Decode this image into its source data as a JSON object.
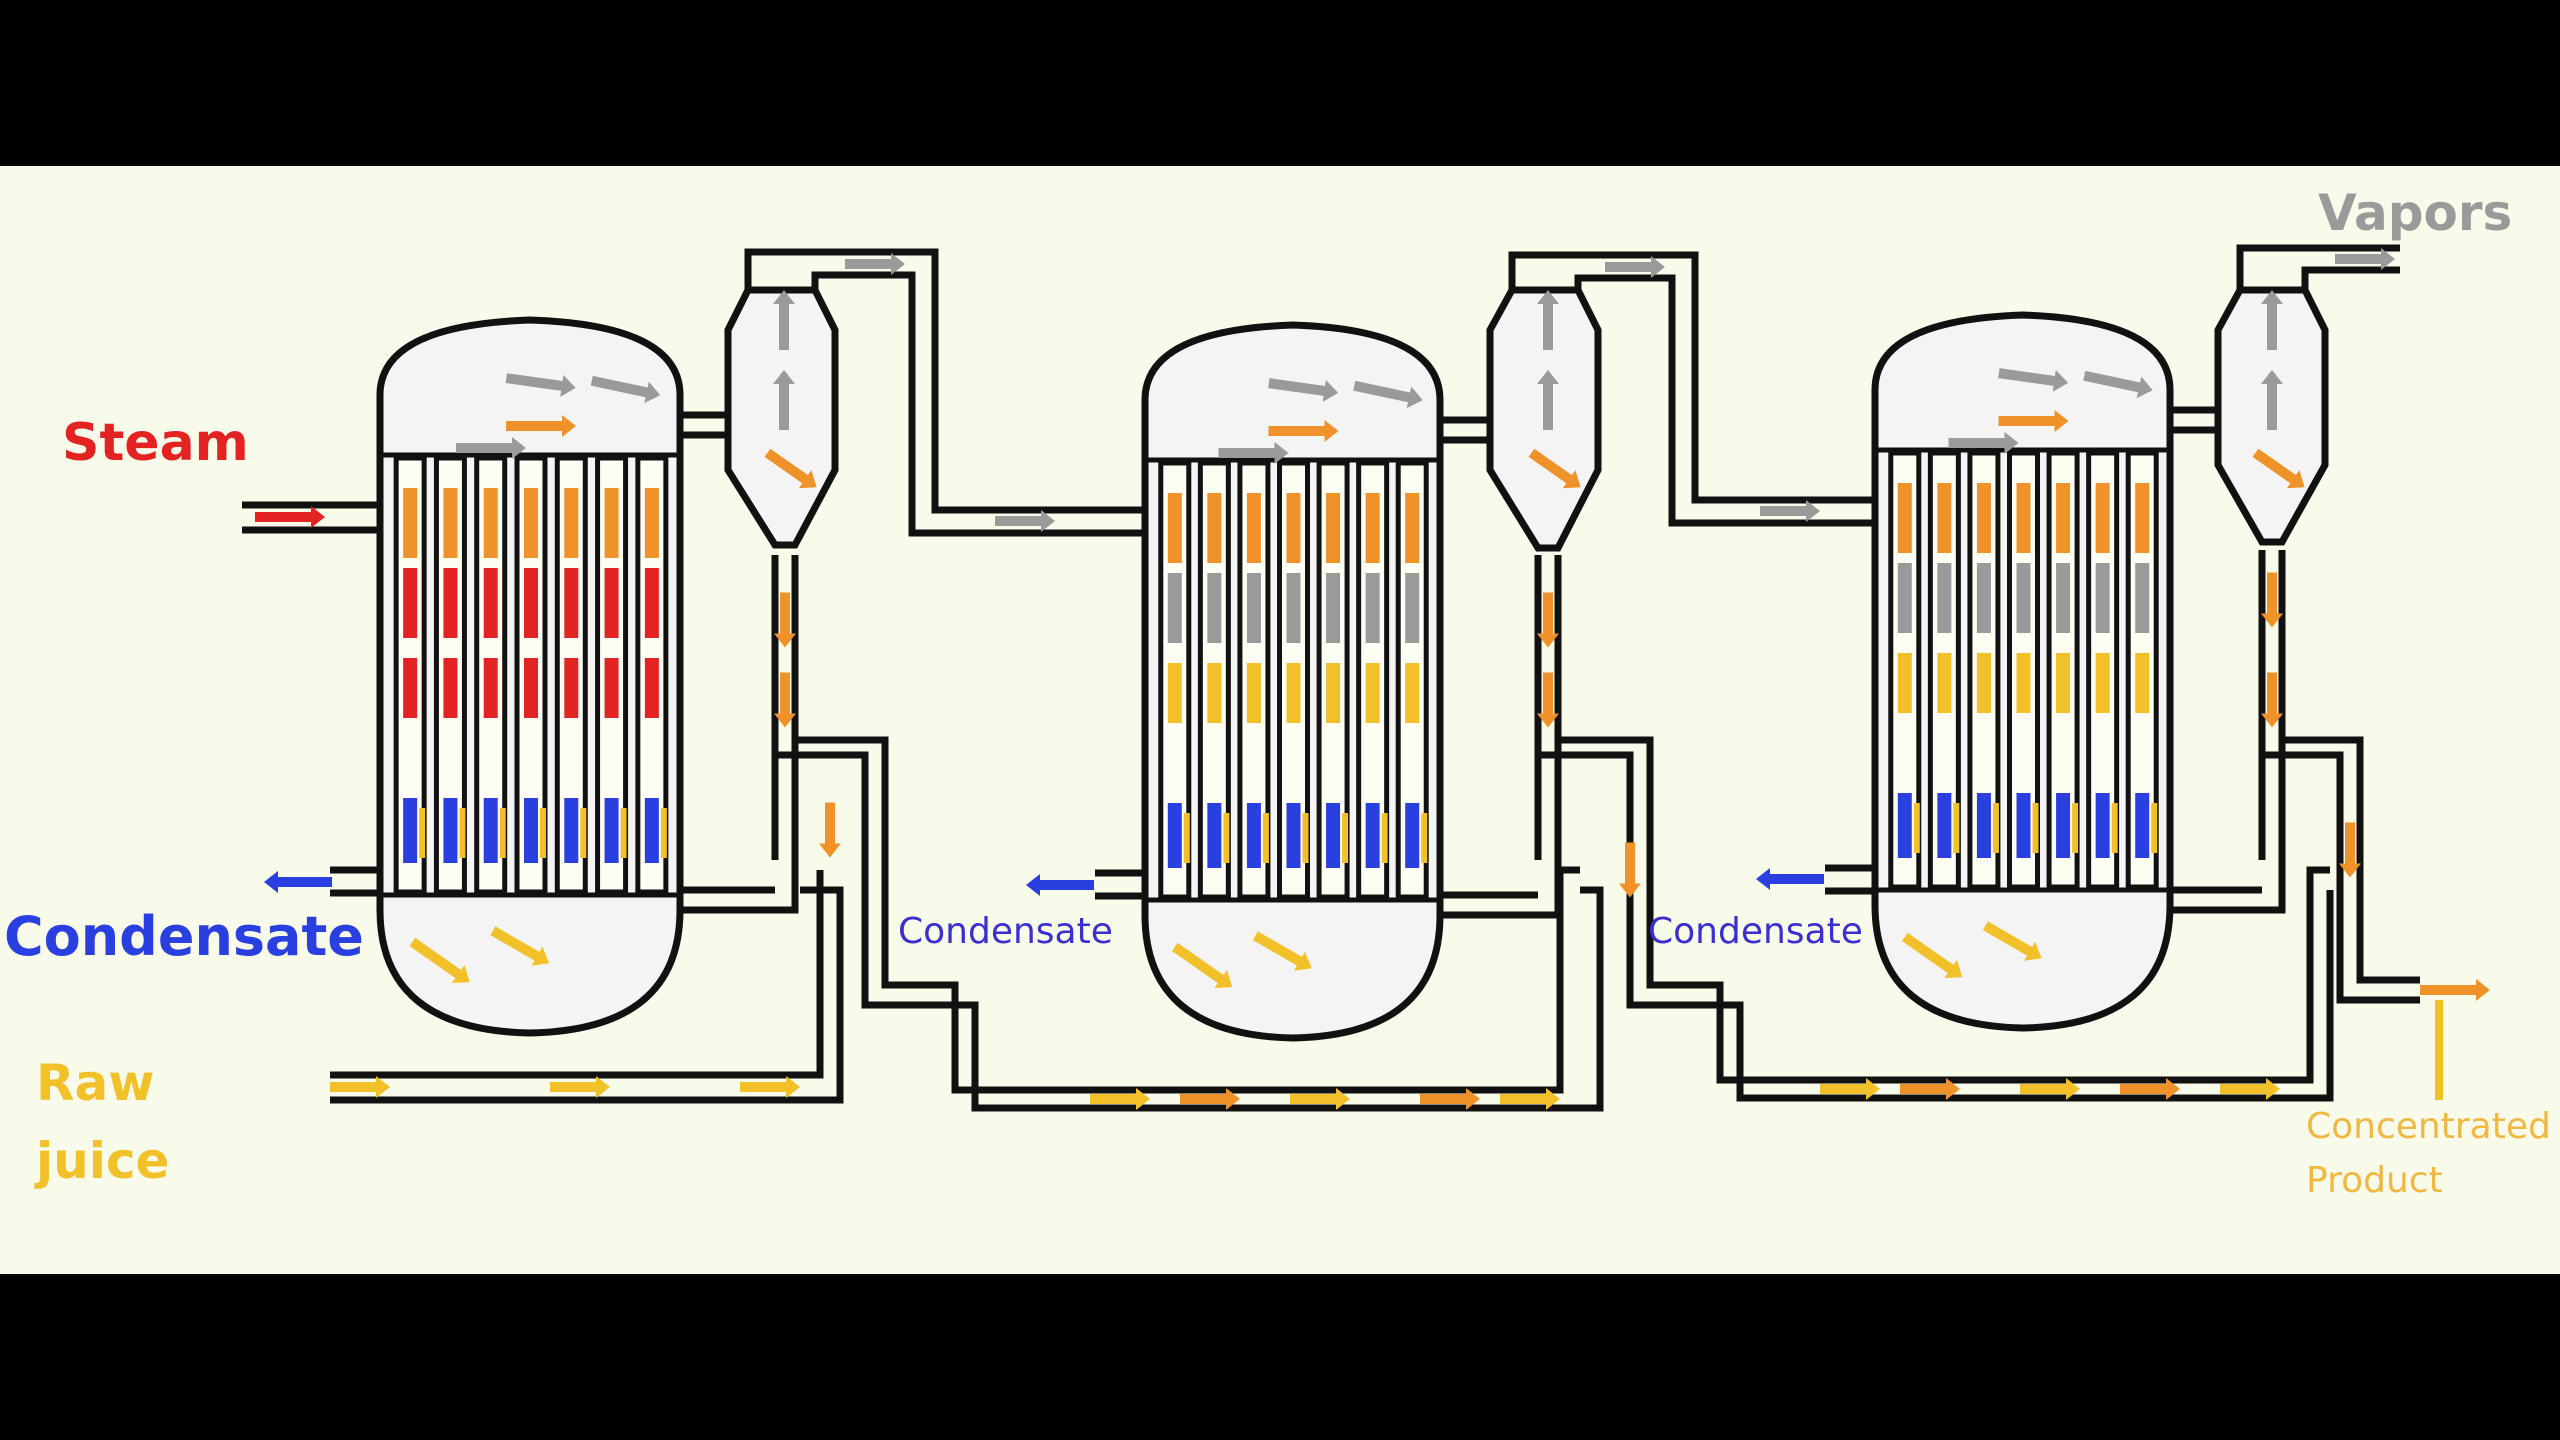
{
  "labels": {
    "steam": "Steam",
    "condensate_main": "Condensate",
    "raw_juice_line1": "Raw",
    "raw_juice_line2": "juice",
    "condensate_2": "Condensate",
    "condensate_3": "Condensate",
    "vapors": "Vapors",
    "product_line1": "Concentrated",
    "product_line2": "Product"
  },
  "colors": {
    "background": "#f8fbea",
    "letterbox": "#000000",
    "outline": "#111111",
    "vessel_fill": "#f4f4f4",
    "steam": "#e32222",
    "condensate": "#2a3fe0",
    "condensate_small": "#3a2fd0",
    "raw_juice": "#f2c12a",
    "juice_orange": "#f0922a",
    "vapor": "#9a9a9a",
    "product": "#f0b840"
  },
  "stages": [
    {
      "name": "effect-1",
      "tube_count": 7,
      "tube_colors": [
        "steam",
        "condensate"
      ]
    },
    {
      "name": "effect-2",
      "tube_count": 7,
      "tube_colors": [
        "vapor",
        "condensate"
      ]
    },
    {
      "name": "effect-3",
      "tube_count": 7,
      "tube_colors": [
        "vapor",
        "condensate"
      ]
    }
  ]
}
